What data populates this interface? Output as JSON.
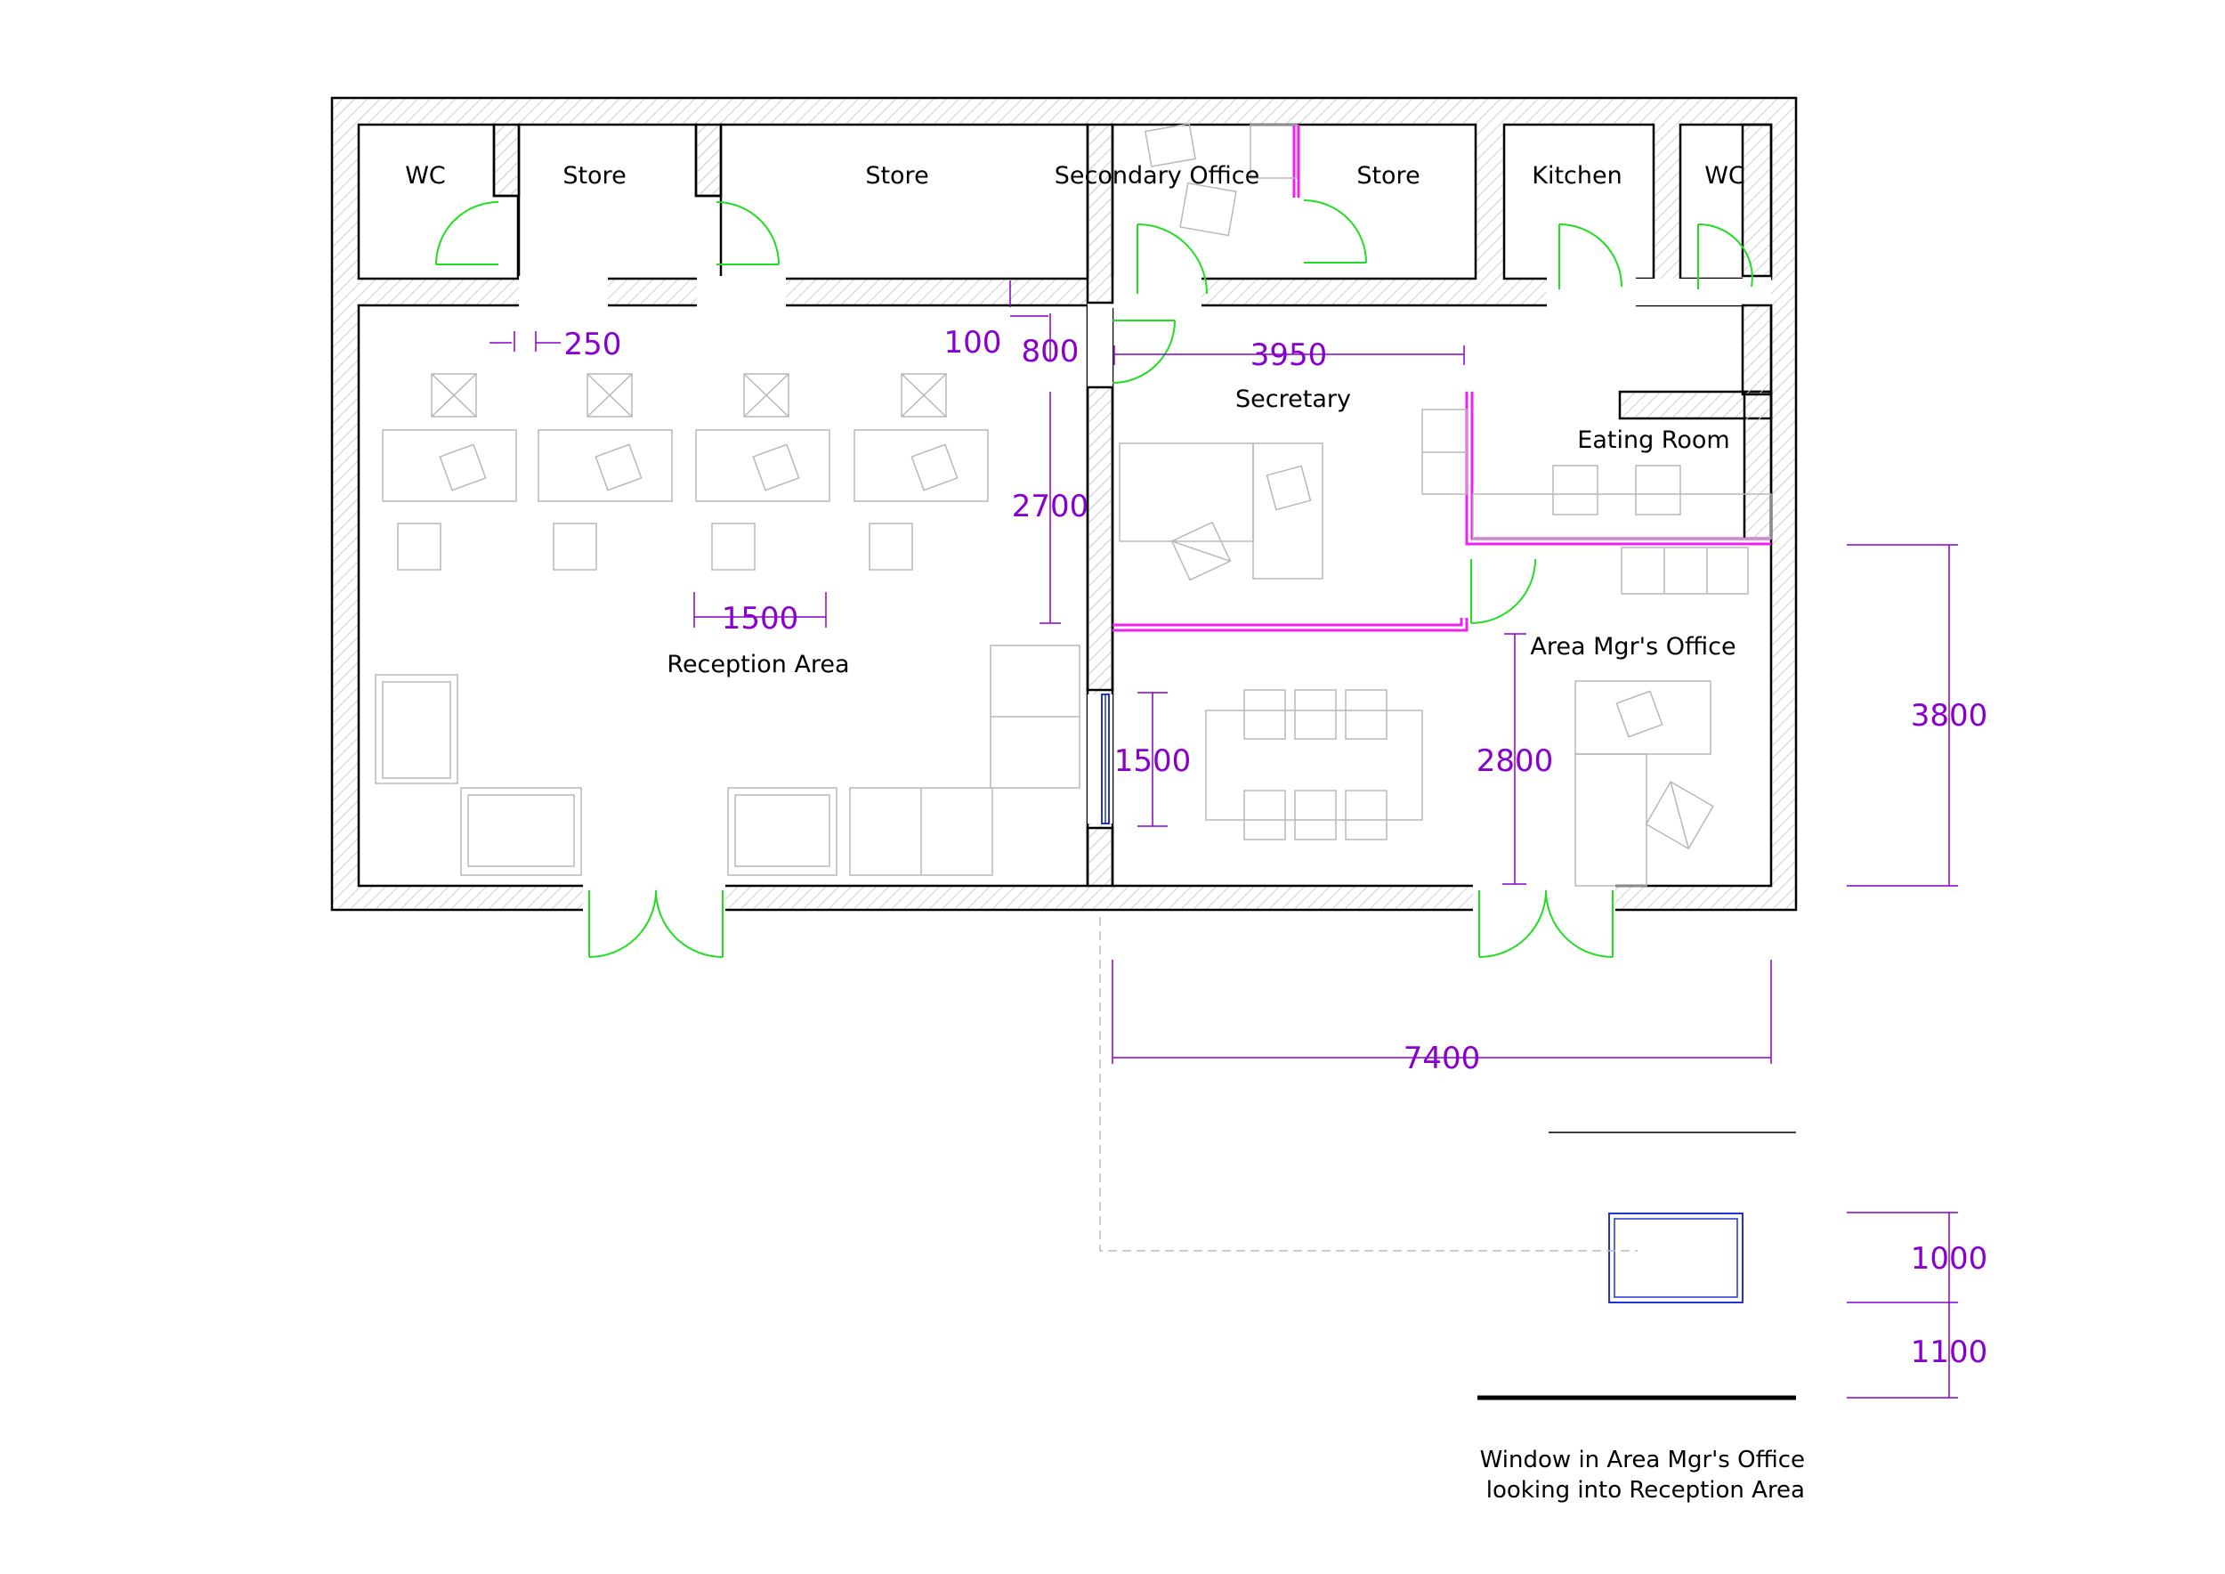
{
  "rooms": {
    "wc_left": "WC",
    "store_1": "Store",
    "store_2": "Store",
    "secondary_office": "Secondary Office",
    "store_3": "Store",
    "kitchen": "Kitchen",
    "wc_right": "WC",
    "secretary": "Secretary",
    "eating_room": "Eating Room",
    "reception_area": "Reception Area",
    "area_mgrs_office": "Area Mgr's Office"
  },
  "dimensions": {
    "gap_250": "250",
    "corridor_100": "100",
    "door_800": "800",
    "secretary_3950": "3950",
    "height_2700": "2700",
    "desk_1500": "1500",
    "window_1500": "1500",
    "mgr_2800": "2800",
    "overall_3800": "3800",
    "width_7400": "7400",
    "window_h_1000": "1000",
    "sill_1100": "1100"
  },
  "caption": {
    "line1": "Window in Area Mgr's Office",
    "line2": "looking into Reception Area"
  },
  "colors": {
    "wall": "#000000",
    "hatch": "#cfcfcf",
    "door": "#22dd22",
    "dimension": "#8800cc",
    "partition": "#ee22ee",
    "window": "#2233cc",
    "furniture": "#b8b8b8"
  }
}
